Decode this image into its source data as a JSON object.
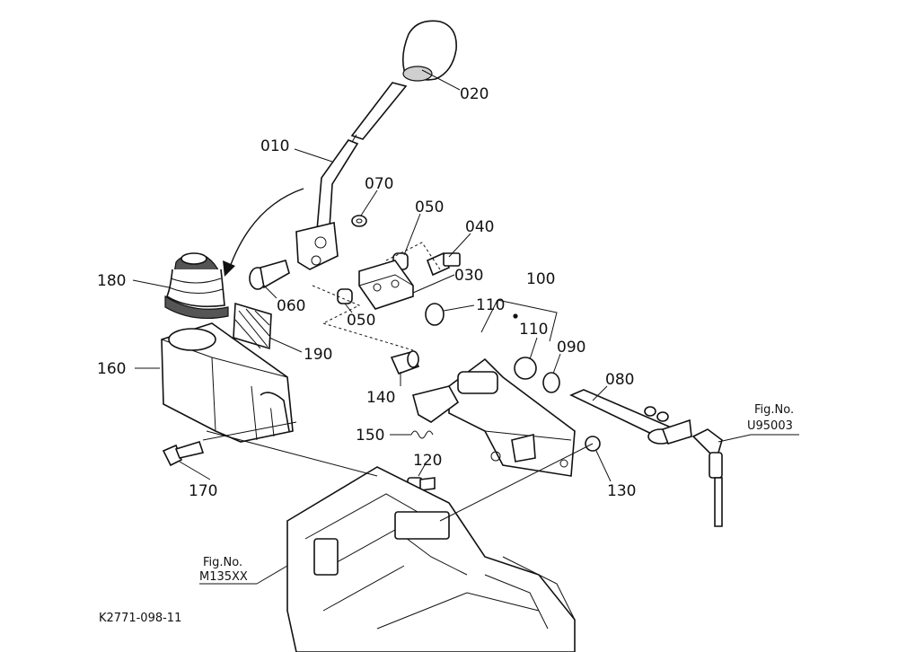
{
  "callouts": {
    "c020": "020",
    "c010": "010",
    "c070": "070",
    "c050a": "050",
    "c040": "040",
    "c030": "030",
    "c180": "180",
    "c060": "060",
    "c050b": "050",
    "c110a": "110",
    "c100": "100",
    "c110b": "110",
    "c090": "090",
    "c080": "080",
    "c160": "160",
    "c190": "190",
    "c140": "140",
    "c150": "150",
    "c120": "120",
    "c130": "130",
    "c170": "170"
  },
  "fig_refs": {
    "right_label": "Fig.No.",
    "right_number": "U95003",
    "left_label": "Fig.No.",
    "left_number": "M135XX"
  },
  "drawing_code": "K2771-098-11"
}
